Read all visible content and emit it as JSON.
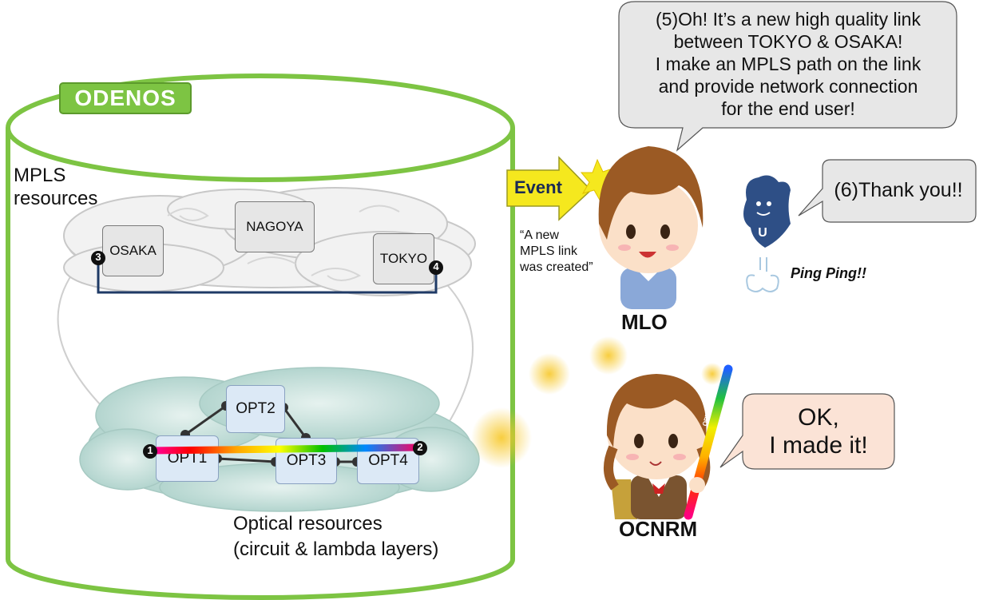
{
  "system": {
    "name": "ODENOS"
  },
  "layers": {
    "mpls_label_line1": "MPLS",
    "mpls_label_line2": "resources",
    "optical_label_line1": "Optical resources",
    "optical_label_line2": "(circuit & lambda layers)"
  },
  "mpls_nodes": [
    "OSAKA",
    "NAGOYA",
    "TOKYO"
  ],
  "optical_nodes": [
    "OPT1",
    "OPT2",
    "OPT3",
    "OPT4"
  ],
  "ports": [
    "1",
    "2",
    "3",
    "4"
  ],
  "event": {
    "label": "Event",
    "message_line1": "“A new",
    "message_line2": "MPLS link",
    "message_line3": "was created”"
  },
  "mlo": {
    "name": "MLO",
    "speech": [
      "(5)Oh! It’s a new high quality link",
      "between TOKYO & OSAKA!",
      "I make an MPLS path on the link",
      "and provide network connection",
      "for the end user!"
    ]
  },
  "user": {
    "badge": "U",
    "speech": "(6)Thank you!!",
    "ping": "Ping Ping!!"
  },
  "ocnrm": {
    "name": "OCNRM",
    "speech_line1": "OK,",
    "speech_line2": "I made it!",
    "stick_text": "OPTICAL"
  },
  "colors": {
    "odenos_green": "#7dc443",
    "mpls_link": "#1f3a66",
    "event_yellow": "#f5e81e",
    "cloud_optical": "#bcd9d4",
    "bubble_gray": "#e7e7e7",
    "bubble_peach": "#fbe3d6"
  }
}
